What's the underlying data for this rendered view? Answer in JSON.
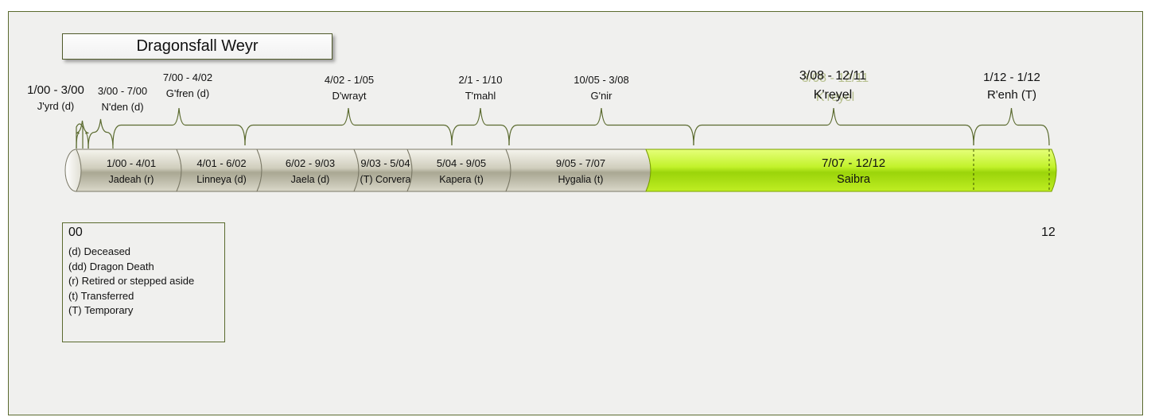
{
  "title": "Dragonsfall Weyr",
  "colors": {
    "background": "#f0f0ee",
    "border": "#5a6a2e",
    "segment_gray": "#d6d4c4",
    "segment_green": "#b8ef1a",
    "bracket": "#5a6a2e"
  },
  "weyrleaders": [
    {
      "dates": "1/00 - 3/00",
      "name": "J'yrd (d)"
    },
    {
      "dates": "3/00 - 7/00",
      "name": "N'den (d)"
    },
    {
      "dates": "7/00 - 4/02",
      "name": "G'fren (d)"
    },
    {
      "dates": "4/02 - 1/05",
      "name": "D'wrayt"
    },
    {
      "dates": "2/1 - 1/10",
      "name": "T'mahl"
    },
    {
      "dates": "10/05 - 3/08",
      "name": "G'nir"
    },
    {
      "dates": "3/08 - 12/11",
      "name": "K'reyel"
    },
    {
      "dates": "1/12 - 1/12",
      "name": "R'enh (T)"
    }
  ],
  "weyrwomen": [
    {
      "dates": "1/00 - 4/01",
      "name": "Jadeah (r)"
    },
    {
      "dates": "4/01 - 6/02",
      "name": "Linneya (d)"
    },
    {
      "dates": "6/02 - 9/03",
      "name": "Jaela (d)"
    },
    {
      "dates": "9/03 - 5/04",
      "name": "(T) Corvera"
    },
    {
      "dates": "5/04 - 9/05",
      "name": "Kapera (t)"
    },
    {
      "dates": "9/05 - 7/07",
      "name": "Hygalia (t)"
    },
    {
      "dates": "7/07 - 12/12",
      "name": "Saibra"
    }
  ],
  "legend": {
    "heading": "00",
    "items": [
      "(d) Deceased",
      "(dd) Dragon Death",
      "(r) Retired or stepped aside",
      "(t) Transferred",
      "(T) Temporary"
    ]
  },
  "end_label": "12"
}
